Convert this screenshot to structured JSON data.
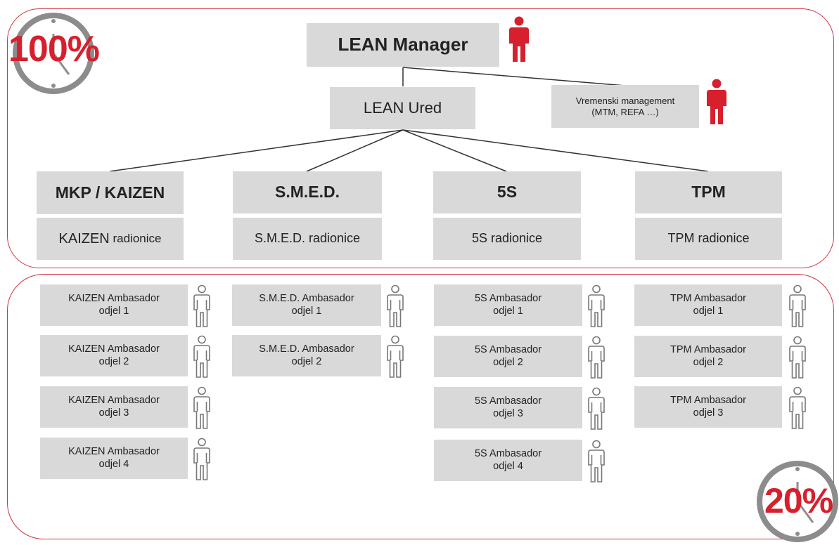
{
  "badges": {
    "top": "100%",
    "bottom": "20%"
  },
  "top": {
    "manager": "LEAN Manager",
    "office": "LEAN Ured",
    "time_mgmt_line1": "Vremenski management",
    "time_mgmt_line2": "(MTM, REFA …)"
  },
  "pillars": [
    {
      "title": "MKP / KAIZEN",
      "sub_a": "KAIZEN",
      "sub_b": " radionice"
    },
    {
      "title": "S.M.E.D.",
      "sub_a": "S.M.E.D.",
      "sub_b": " radionice"
    },
    {
      "title": "5S",
      "sub_a": "5S",
      "sub_b": " radionice"
    },
    {
      "title": "TPM",
      "sub_a": "TPM",
      "sub_b": " radionice"
    }
  ],
  "ambassadors": {
    "kaizen": [
      {
        "l1": "KAIZEN Ambasador",
        "l2": "odjel 1"
      },
      {
        "l1": "KAIZEN Ambasador",
        "l2": "odjel 2"
      },
      {
        "l1": "KAIZEN Ambasador",
        "l2": "odjel 3"
      },
      {
        "l1": "KAIZEN Ambasador",
        "l2": "odjel 4"
      }
    ],
    "smed": [
      {
        "l1": "S.M.E.D. Ambasador",
        "l2": "odjel 1"
      },
      {
        "l1": "S.M.E.D. Ambasador",
        "l2": "odjel 2"
      }
    ],
    "fives": [
      {
        "l1": "5S Ambasador",
        "l2": "odjel 1"
      },
      {
        "l1": "5S Ambasador",
        "l2": "odjel 2"
      },
      {
        "l1": "5S Ambasador",
        "l2": "odjel 3"
      },
      {
        "l1": "5S Ambasador",
        "l2": "odjel 4"
      }
    ],
    "tpm": [
      {
        "l1": "TPM Ambasador",
        "l2": "odjel 1"
      },
      {
        "l1": "TPM Ambasador",
        "l2": "odjel 2"
      },
      {
        "l1": "TPM Ambasador",
        "l2": "odjel 3"
      }
    ]
  },
  "colors": {
    "accent": "#d71f2d",
    "box": "#d9d9d9",
    "frame": "#cc3340",
    "clock": "#8c8c8c"
  },
  "icons": {
    "manager": "person-red-icon",
    "ambassador": "person-outline-icon",
    "badge": "clock-icon"
  }
}
